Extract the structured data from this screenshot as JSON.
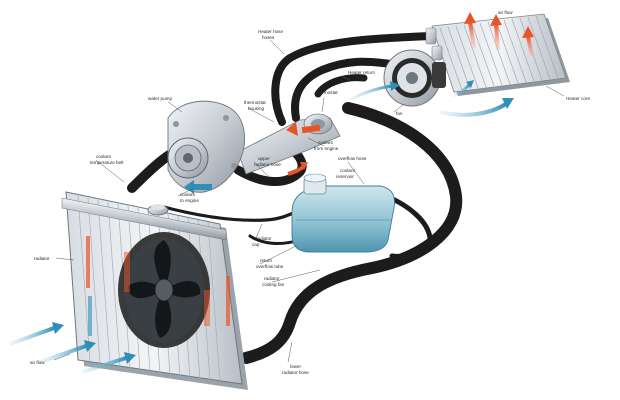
{
  "labels": {
    "heater_hoses": [
      "Heater hose",
      "hoses"
    ],
    "heater_core": "Heater core",
    "heater_return_hose": [
      "Heater return",
      "hose"
    ],
    "air_flow_top": "air flow",
    "fan": "fan",
    "water_pump": "water pump",
    "thermostat_housing": [
      "thermostat",
      "housing"
    ],
    "thermostat": "thermostat",
    "radiator_hose": [
      "upper",
      "radiator hose"
    ],
    "coolant_from_engine": [
      "coolant",
      "from engine"
    ],
    "coolant_to_engine": [
      "coolant",
      "to engine"
    ],
    "overflow_hose": "overflow hose",
    "coolant_reservoir": [
      "coolant",
      "reservoir"
    ],
    "radiator_cap": [
      "radiator",
      "cap"
    ],
    "radiator": "radiator",
    "overflow_tube": [
      "return",
      "overflow tube"
    ],
    "coolant_temperature": [
      "coolant",
      "temperature belt"
    ],
    "radiator_cooling_fan": [
      "radiator",
      "cooling fan"
    ],
    "lower_radiator_hose": [
      "lower",
      "radiator hose"
    ],
    "air_flow_bottom": "air flow"
  },
  "colors": {
    "hose": "#1c1c1c",
    "metal": "#c9ced3",
    "hot_arrow": "#e8542a",
    "cool_arrow": "#2f8fb8",
    "reservoir": "#7fb9cc"
  }
}
